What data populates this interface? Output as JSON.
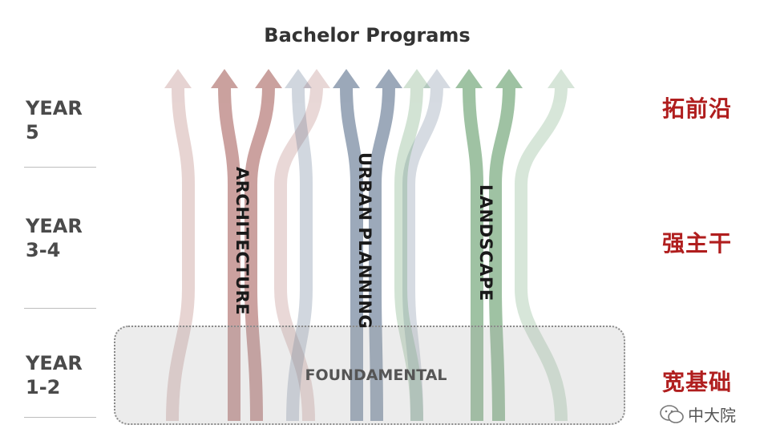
{
  "title": "Bachelor Programs",
  "years": [
    {
      "label": "YEAR\n5"
    },
    {
      "label": "YEAR\n3-4"
    },
    {
      "label": "YEAR\n1-2"
    }
  ],
  "chinese_labels": [
    "拓前沿",
    "强主干",
    "宽基础"
  ],
  "streams": [
    {
      "label": "ARCHITECTURE",
      "color": "#a8635f"
    },
    {
      "label": "URBAN PLANNING",
      "color": "#5a6f8c"
    },
    {
      "label": "LANDSCAPE",
      "color": "#5f9a66"
    }
  ],
  "foundation_label": "FOUNDAMENTAL",
  "watermark": "中大院"
}
